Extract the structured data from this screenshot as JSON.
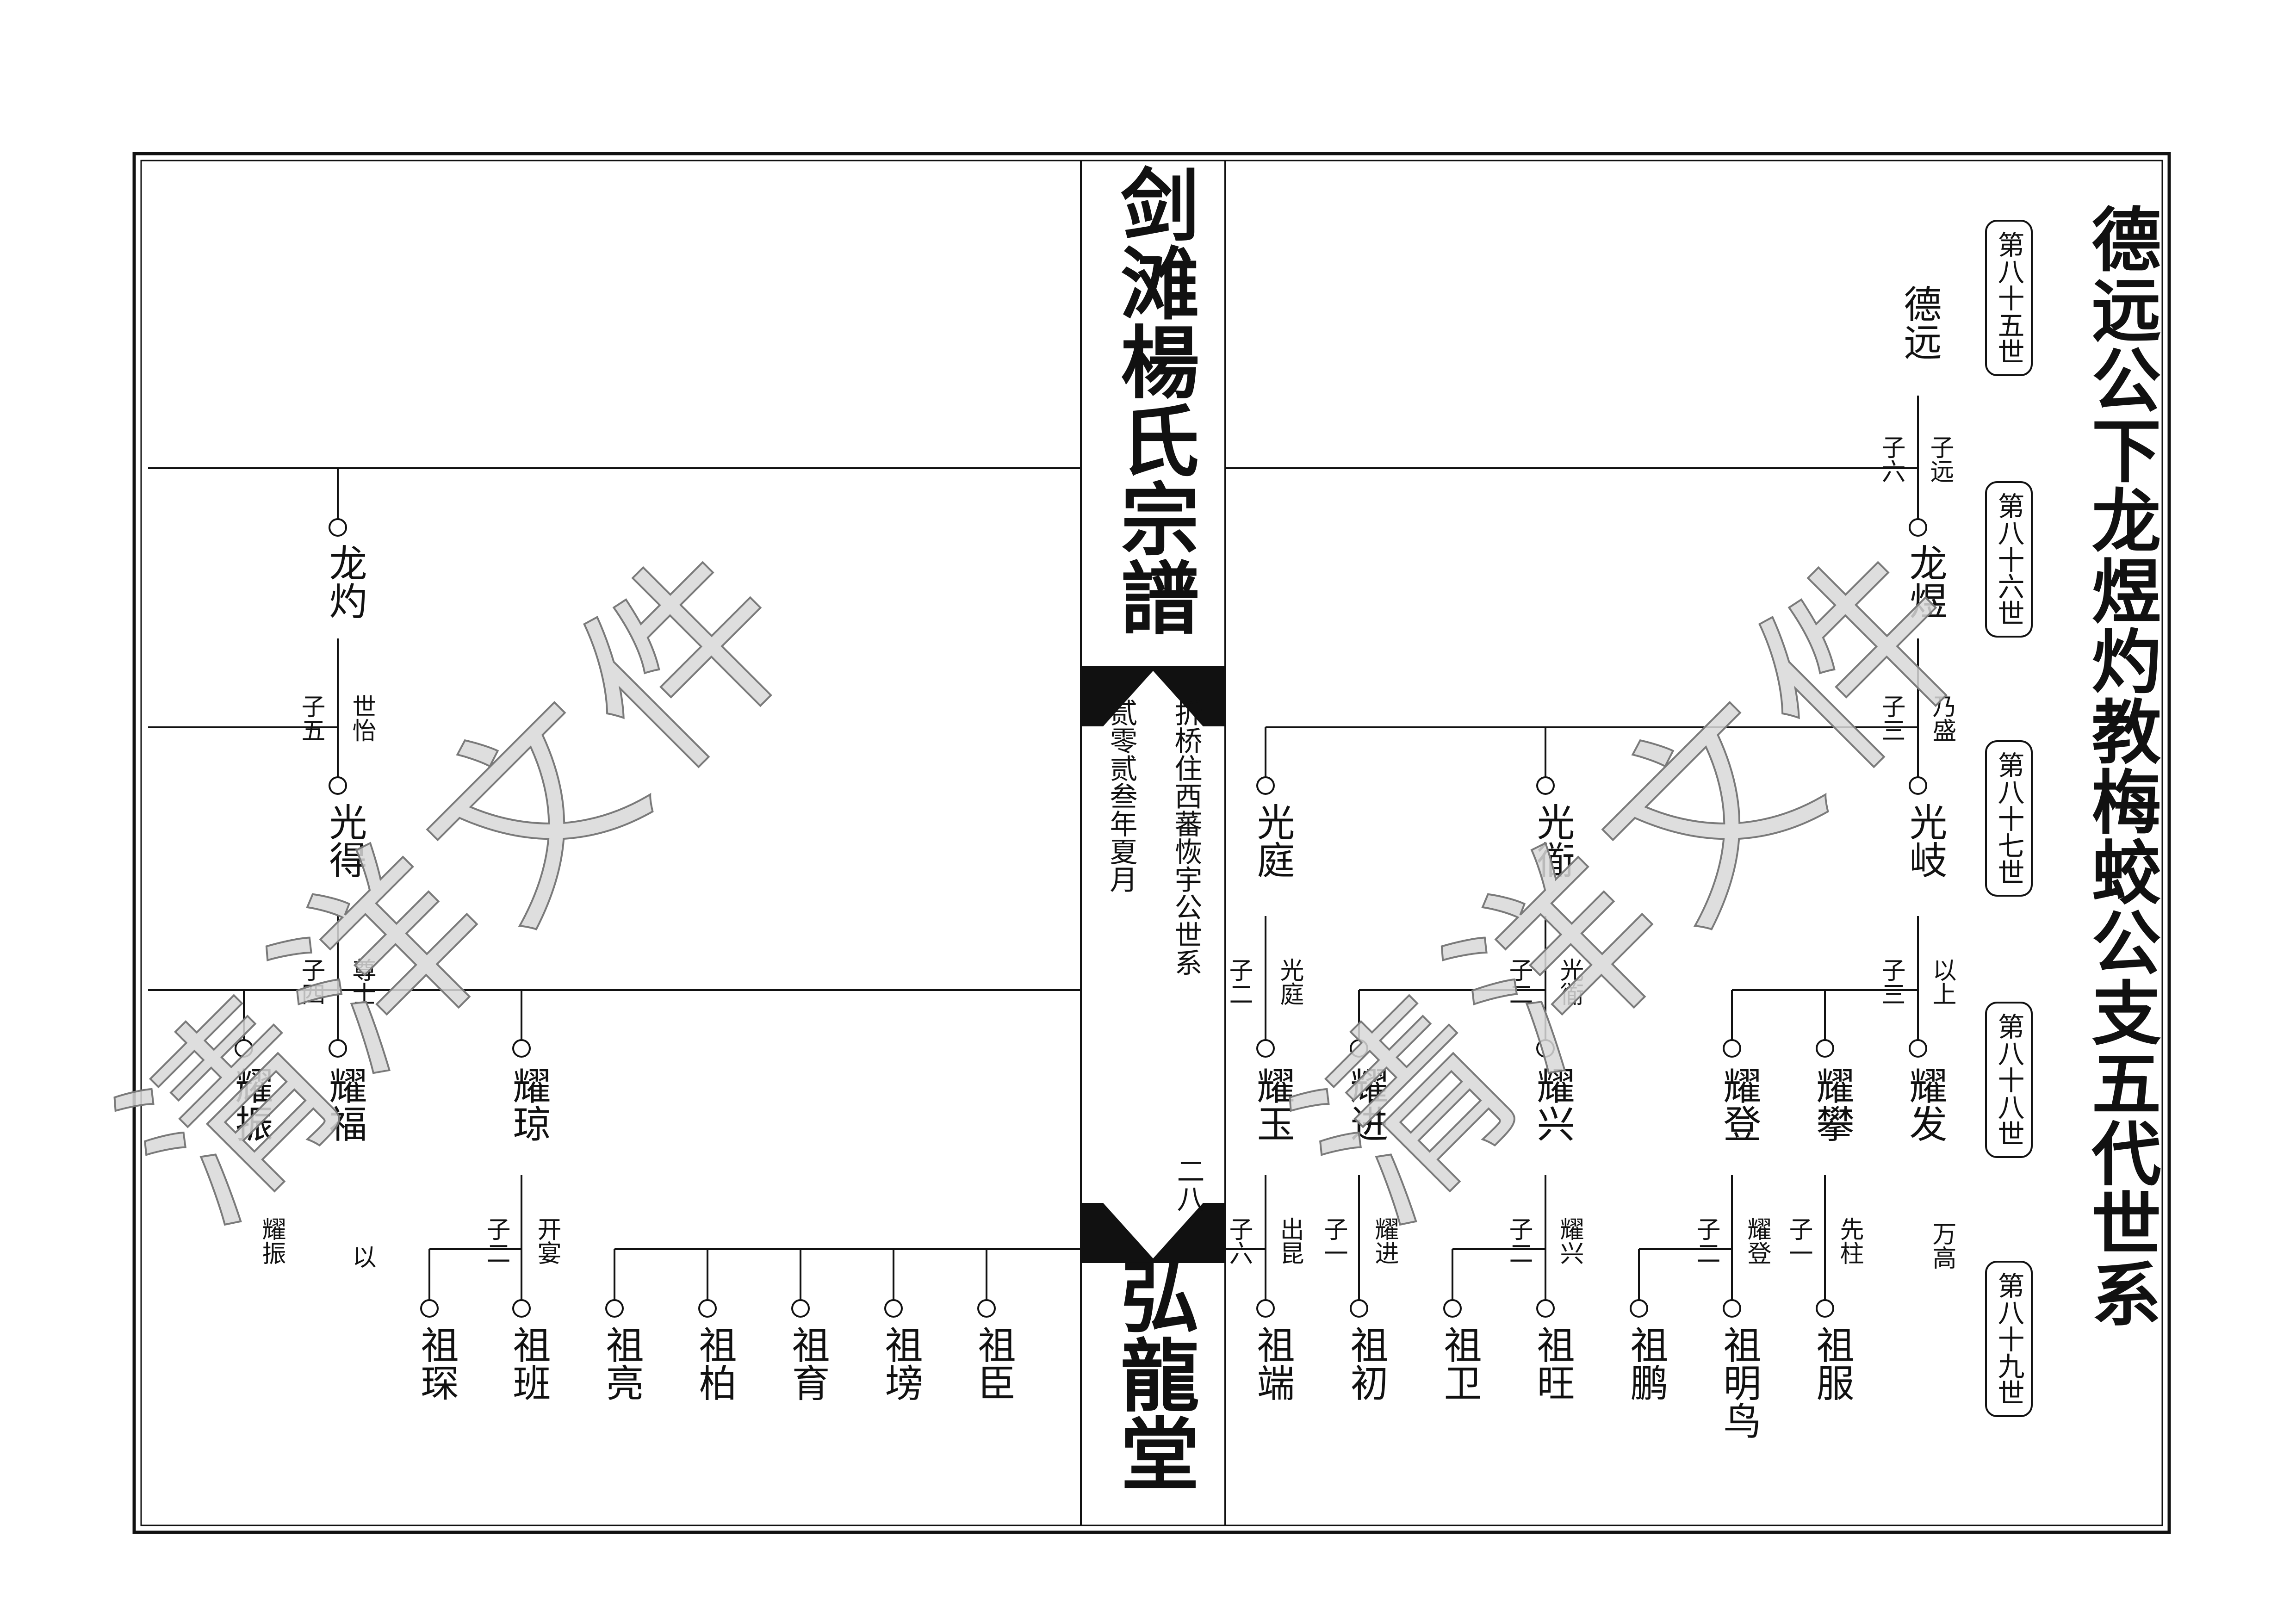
{
  "title": "德远公下龙煜灼教梅蛟公支五代世系",
  "spine": {
    "top_title": "剑滩楊氏宗譜",
    "branch": "折桥住西蕃恢宇公世系",
    "date": "贰零贰叁年夏月",
    "page_number": "二八",
    "hall": "弘龍堂"
  },
  "generations": [
    "第八十五世",
    "第八十六世",
    "第八十七世",
    "第八十八世",
    "第八十九世"
  ],
  "right_page": {
    "root": "德远",
    "root_note_a": "子远",
    "root_note_b": "子六",
    "gen86": {
      "name": "龙煜",
      "note_a": "乃盛",
      "note_b": "子三"
    },
    "gen87": [
      {
        "name": "光岐",
        "note_a": "以上",
        "note_b": "子三"
      },
      {
        "name": "光衜",
        "note_a": "光衜",
        "note_b": "子二"
      },
      {
        "name": "光庭",
        "note_a": "光庭",
        "note_b": "子二"
      }
    ],
    "gen88": [
      {
        "name": "耀发",
        "note_a": "万高",
        "note_b": ""
      },
      {
        "name": "耀攀",
        "note_a": "先柱",
        "note_b": "子一"
      },
      {
        "name": "耀登",
        "note_a": "耀登",
        "note_b": "子二"
      },
      {
        "name": "耀兴",
        "note_a": "耀兴",
        "note_b": "子二"
      },
      {
        "name": "耀进",
        "note_a": "耀进",
        "note_b": "子一"
      },
      {
        "name": "耀玉",
        "note_a": "出昆",
        "note_b": "子六"
      }
    ],
    "gen89": [
      "祖服",
      "祖明鸟",
      "祖鹏",
      "祖旺",
      "祖卫",
      "祖初",
      "祖端"
    ]
  },
  "left_page": {
    "gen86": {
      "name": "龙灼",
      "note_a": "世怡",
      "note_b": "子五"
    },
    "gen87": {
      "name": "光得",
      "note_a": "尊士",
      "note_b": "子四"
    },
    "gen88": [
      {
        "name": "耀琼",
        "note_a": "开宴",
        "note_b": "子二"
      },
      {
        "name": "耀福",
        "note_a": "以",
        "note_b": ""
      },
      {
        "name": "耀振",
        "note_a": "",
        "note_b": "耀振"
      }
    ],
    "gen89": [
      "祖臣",
      "祖塝",
      "祖育",
      "祖柏",
      "祖亮",
      "祖班",
      "祖琛"
    ]
  },
  "watermark": "清洋文件",
  "colors": {
    "ink": "#111111",
    "watermark_fill": "#d8d8d8",
    "watermark_stroke": "#7a7a7a"
  }
}
